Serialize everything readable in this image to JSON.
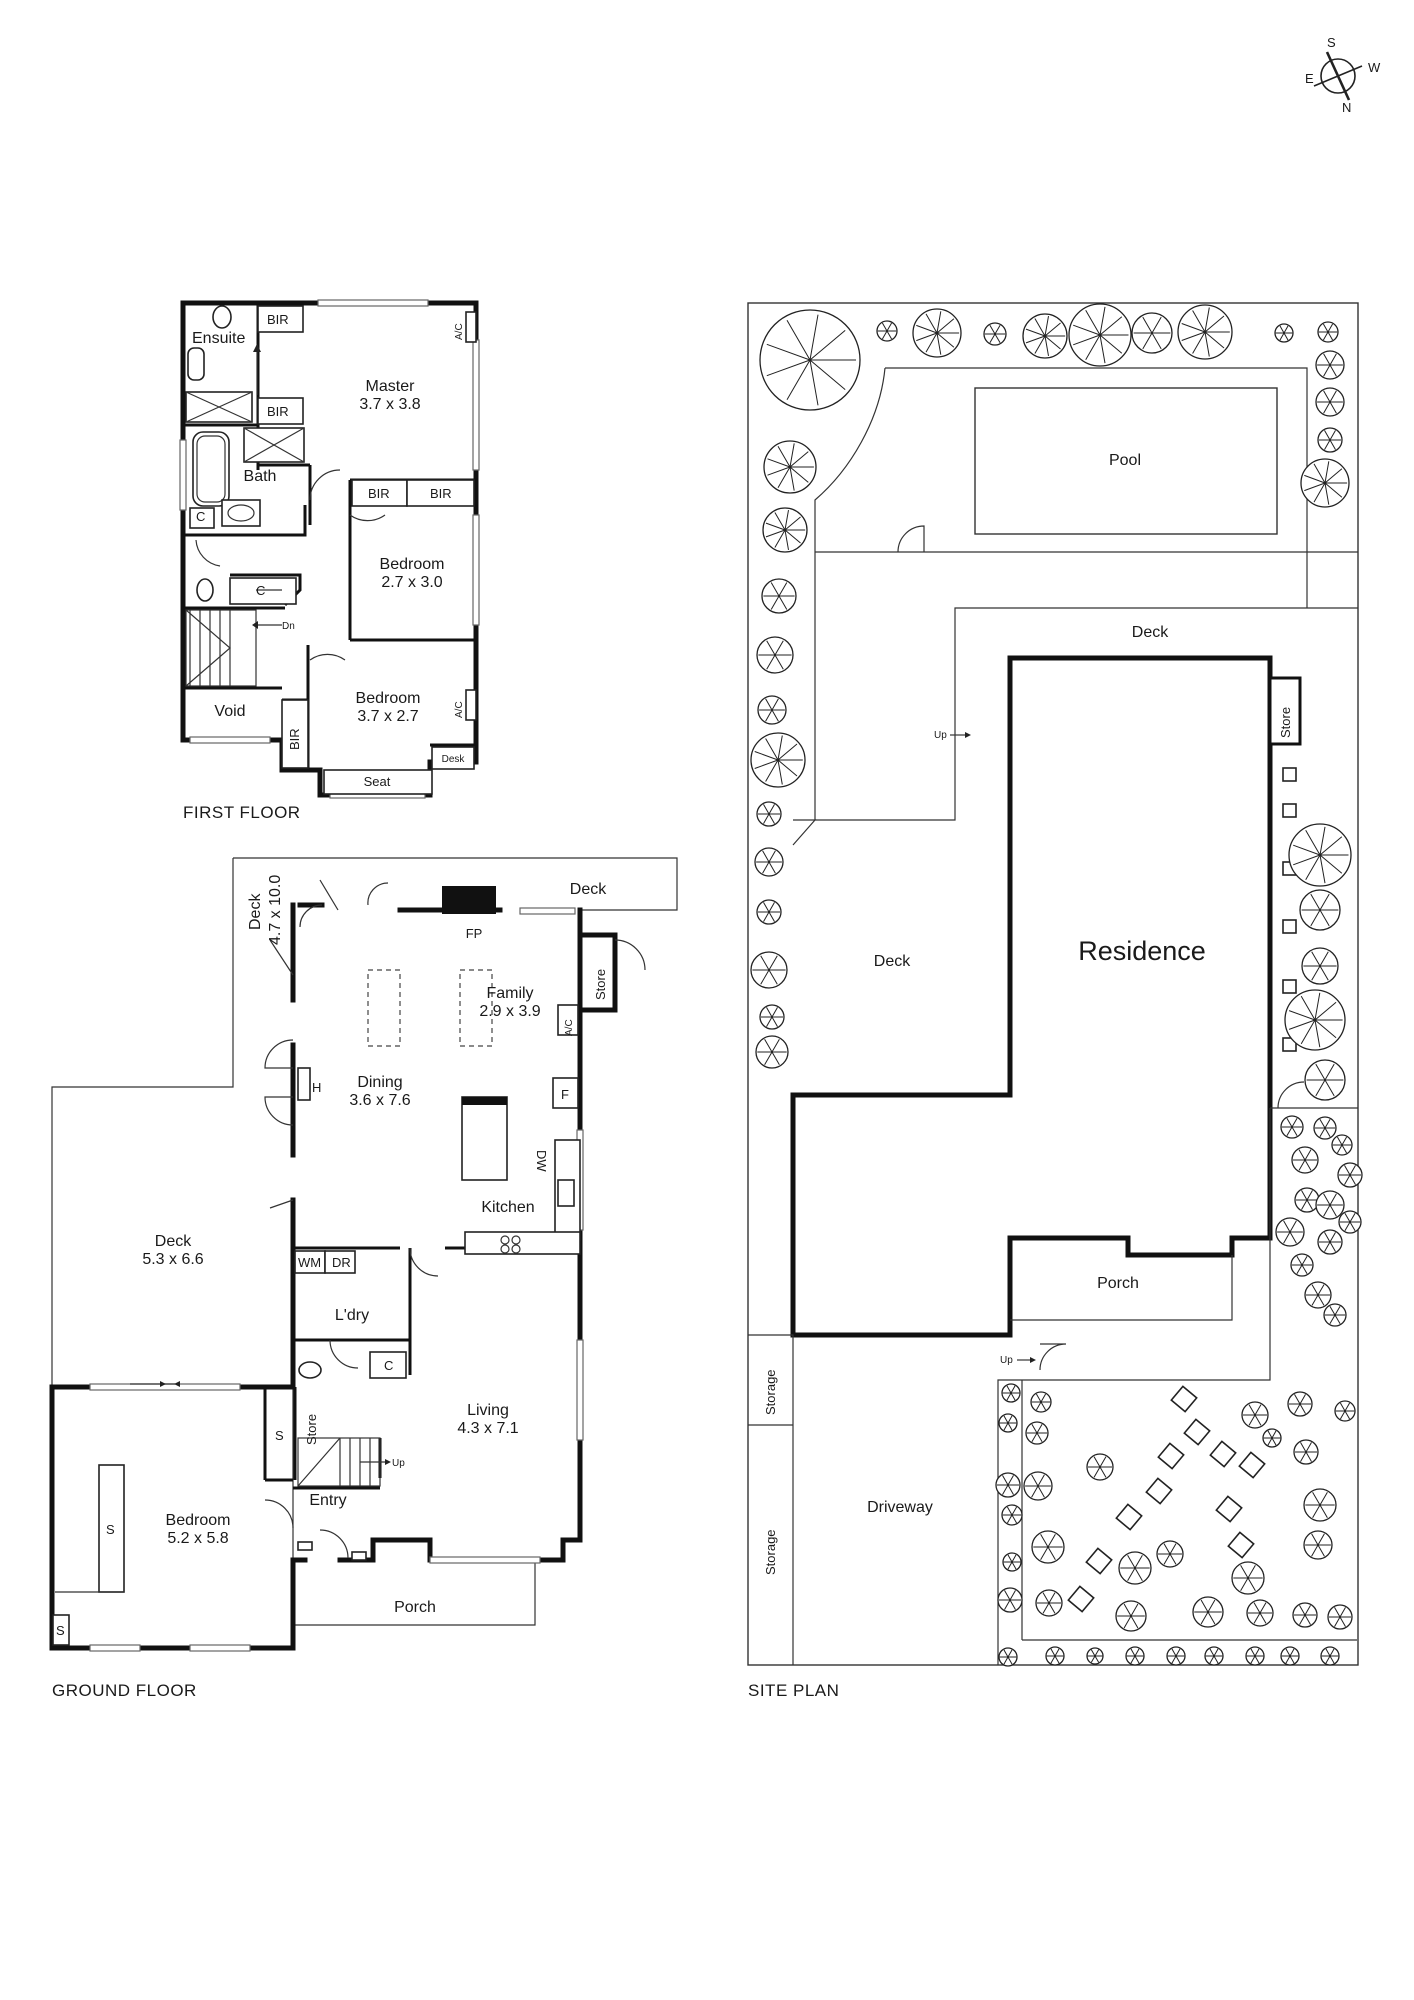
{
  "compass": {
    "s": "S",
    "w": "W",
    "e": "E",
    "n": "N"
  },
  "captions": {
    "first_floor": "FIRST FLOOR",
    "ground_floor": "GROUND FLOOR",
    "site_plan": "SITE PLAN"
  },
  "first_floor": {
    "ensuite": "Ensuite",
    "bir_a": "BIR",
    "bir_b": "BIR",
    "bir_c": "BIR",
    "bir_d": "BIR",
    "bir_e": "BIR",
    "ac_a": "A/C",
    "ac_b": "A/C",
    "master": "Master",
    "master_dim": "3.7 x 3.8",
    "bath": "Bath",
    "c_a": "C",
    "c_b": "C",
    "bed2": "Bedroom",
    "bed2_dim": "2.7 x 3.0",
    "dn": "Dn",
    "void": "Void",
    "bed3": "Bedroom",
    "bed3_dim": "3.7 x 2.7",
    "desk": "Desk",
    "seat": "Seat"
  },
  "ground_floor": {
    "deck_top": "Deck",
    "deck_side": "Deck",
    "deck_side_dim": "4.7 x 10.0",
    "fp": "FP",
    "family": "Family",
    "family_dim": "2.9 x 3.9",
    "store_a": "Store",
    "ac": "A/C",
    "h": "H",
    "dining": "Dining",
    "dining_dim": "3.6 x 7.6",
    "f": "F",
    "dw": "DW",
    "kitchen": "Kitchen",
    "deck_big": "Deck",
    "deck_big_dim": "5.3 x 6.6",
    "wm": "WM",
    "dr": "DR",
    "laundry": "L'dry",
    "c": "C",
    "living": "Living",
    "living_dim": "4.3 x 7.1",
    "store_b": "Store",
    "s_a": "S",
    "s_b": "S",
    "s_c": "S",
    "up": "Up",
    "bedroom": "Bedroom",
    "bedroom_dim": "5.2 x 5.8",
    "entry": "Entry",
    "porch": "Porch"
  },
  "site_plan": {
    "pool": "Pool",
    "deck_top": "Deck",
    "up_a": "Up",
    "store": "Store",
    "deck_left": "Deck",
    "residence": "Residence",
    "porch": "Porch",
    "up_b": "Up",
    "storage_a": "Storage",
    "storage_b": "Storage",
    "driveway": "Driveway"
  }
}
